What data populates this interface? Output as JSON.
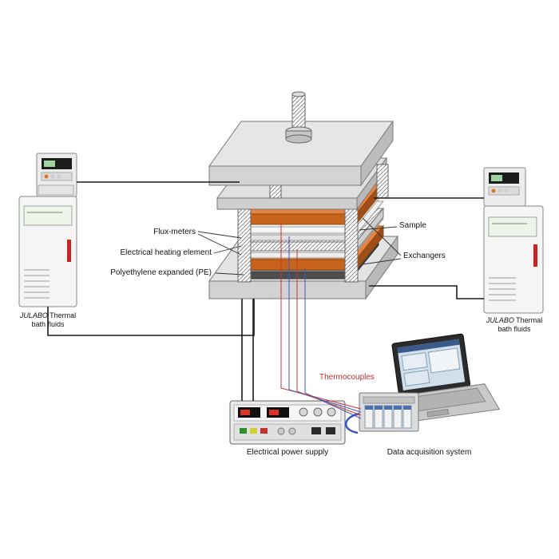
{
  "diagram": {
    "callouts": {
      "flux_meters": "Flux-meters",
      "heating_element": "Electrical heating element",
      "polyethylene": "Polyethylene expanded (PE)",
      "sample": "Sample",
      "exchangers": "Exchangers",
      "thermocouples": "Thermocouples"
    },
    "equipment": {
      "left_bath": {
        "brand": "JULABO",
        "name_line1": "Thermal",
        "name_line2": "bath fluids"
      },
      "right_bath": {
        "brand": "JULABO",
        "name_line1": "Thermal",
        "name_line2": "bath fluids"
      },
      "power_supply": "Electrical power supply",
      "daq": "Data acquisition system"
    },
    "colors": {
      "exchanger_orange": "#c8631c",
      "thermocouple_red": "#cc3333",
      "thermocouple_blue": "#4455bb",
      "label_red": "#c2303a",
      "julabo_red": "#cc2222"
    }
  }
}
